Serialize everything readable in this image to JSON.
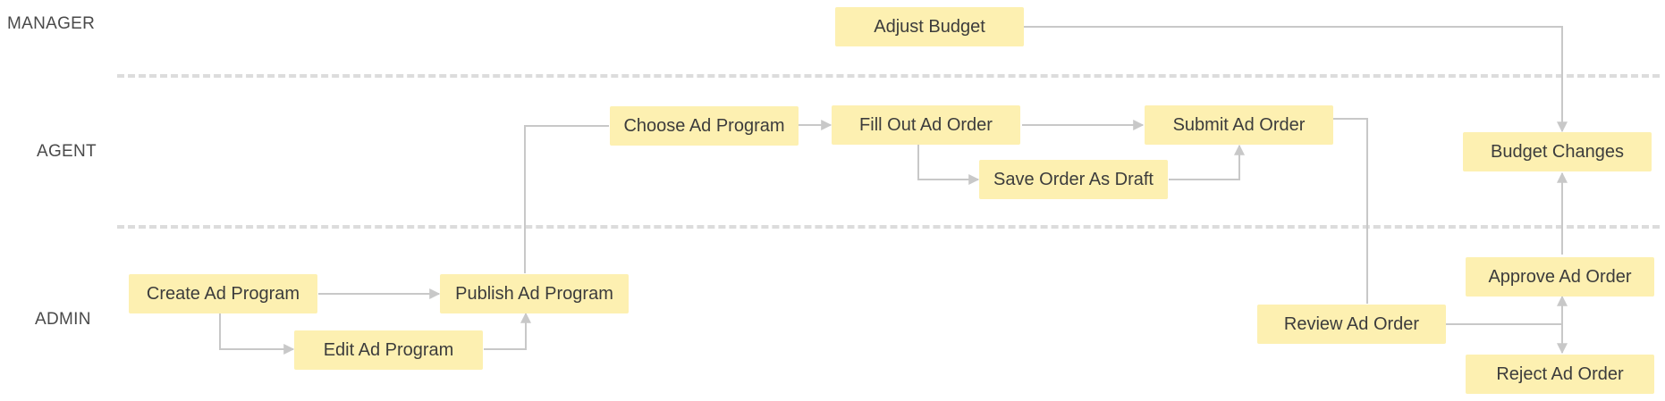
{
  "lanes": {
    "manager": "MANAGER",
    "agent": "AGENT",
    "admin": "ADMIN"
  },
  "nodes": {
    "adjust_budget": "Adjust Budget",
    "choose_ad_program": "Choose Ad Program",
    "fill_out_ad_order": "Fill Out Ad Order",
    "submit_ad_order": "Submit Ad Order",
    "save_order_as_draft": "Save Order As Draft",
    "budget_changes": "Budget Changes",
    "create_ad_program": "Create Ad Program",
    "publish_ad_program": "Publish Ad Program",
    "edit_ad_program": "Edit Ad Program",
    "approve_ad_order": "Approve Ad Order",
    "review_ad_order": "Review Ad Order",
    "reject_ad_order": "Reject Ad Order"
  },
  "colors": {
    "node_fill": "#fdf0b1",
    "node_text": "#3c3c3c",
    "connector": "#c8c8c8",
    "lane_divider": "#dcdcdc"
  }
}
